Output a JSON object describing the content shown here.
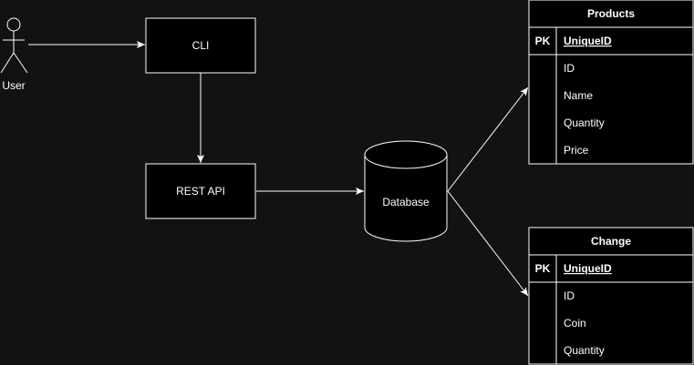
{
  "colors": {
    "background": "#121212",
    "shape_fill": "#000000",
    "stroke": "#ffffff",
    "text": "#ffffff"
  },
  "actor": {
    "label": "User"
  },
  "boxes": {
    "cli": "CLI",
    "rest_api": "REST API"
  },
  "database": {
    "label": "Database"
  },
  "tables": [
    {
      "title": "Products",
      "pk_marker": "PK",
      "pk_field": "UniqueID",
      "fields": [
        "ID",
        "Name",
        "Quantity",
        "Price"
      ]
    },
    {
      "title": "Change",
      "pk_marker": "PK",
      "pk_field": "UniqueID",
      "fields": [
        "ID",
        "Coin",
        "Quantity"
      ]
    }
  ]
}
